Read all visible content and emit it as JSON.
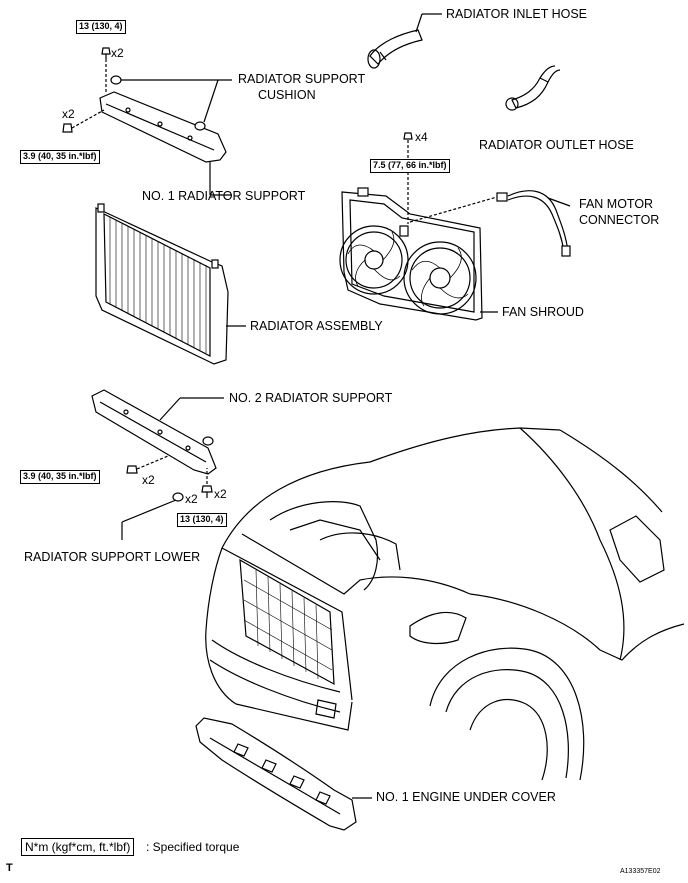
{
  "labels": {
    "radiator_inlet_hose": "RADIATOR INLET HOSE",
    "radiator_support_cushion_1": "RADIATOR SUPPORT",
    "radiator_support_cushion_2": "CUSHION",
    "radiator_outlet_hose": "RADIATOR OUTLET HOSE",
    "no1_radiator_support": "NO. 1 RADIATOR SUPPORT",
    "fan_motor_connector_1": "FAN MOTOR",
    "fan_motor_connector_2": "CONNECTOR",
    "fan_shroud": "FAN SHROUD",
    "radiator_assembly": "RADIATOR ASSEMBLY",
    "no2_radiator_support": "NO. 2 RADIATOR SUPPORT",
    "radiator_support_lower": "RADIATOR SUPPORT LOWER",
    "no1_engine_under_cover": "NO. 1 ENGINE UNDER COVER"
  },
  "torques": {
    "top_bolt": "13 (130, 4)",
    "top_left_bolt": "3.9 (40, 35 in.*lbf)",
    "shroud_bolt": "7.5 (77, 66 in.*lbf)",
    "lower_left_bolt": "3.9 (40, 35 in.*lbf)",
    "lower_bolt": "13 (130, 4)"
  },
  "multipliers": {
    "top_bolt": "x2",
    "top_left_bolt": "x2",
    "shroud_bolt": "x4",
    "lower_left_bolt": "x2",
    "lower_cushion": "x2",
    "lower_bolt": "x2"
  },
  "legend": {
    "unit": "N*m (kgf*cm, ft.*lbf)",
    "text": ": Specified torque"
  },
  "footer": {
    "corner_mark": "T",
    "figure_id": "A133357E02"
  }
}
